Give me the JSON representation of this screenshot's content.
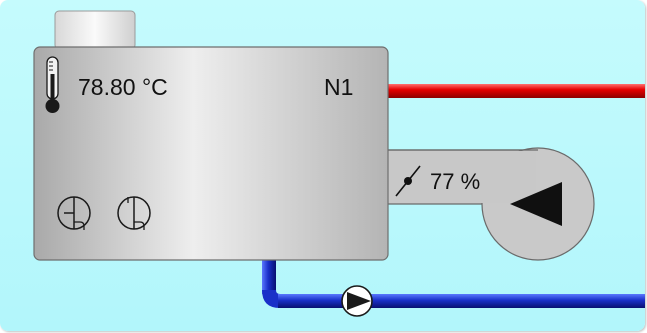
{
  "boiler": {
    "name": "N1",
    "temperature": "78.80 °C",
    "icons": [
      "thermometer-icon",
      "burner-icon",
      "burner-icon"
    ]
  },
  "fan": {
    "damper_opening": "77 %",
    "icons": [
      "damper-icon",
      "fan-icon"
    ]
  },
  "pump": {
    "icon": "pump-icon"
  },
  "colors": {
    "background": "#b8f8fb",
    "supply_pipe": "#e30000",
    "return_pipe": "#1030c8",
    "equipment": "#c8c8c8"
  }
}
